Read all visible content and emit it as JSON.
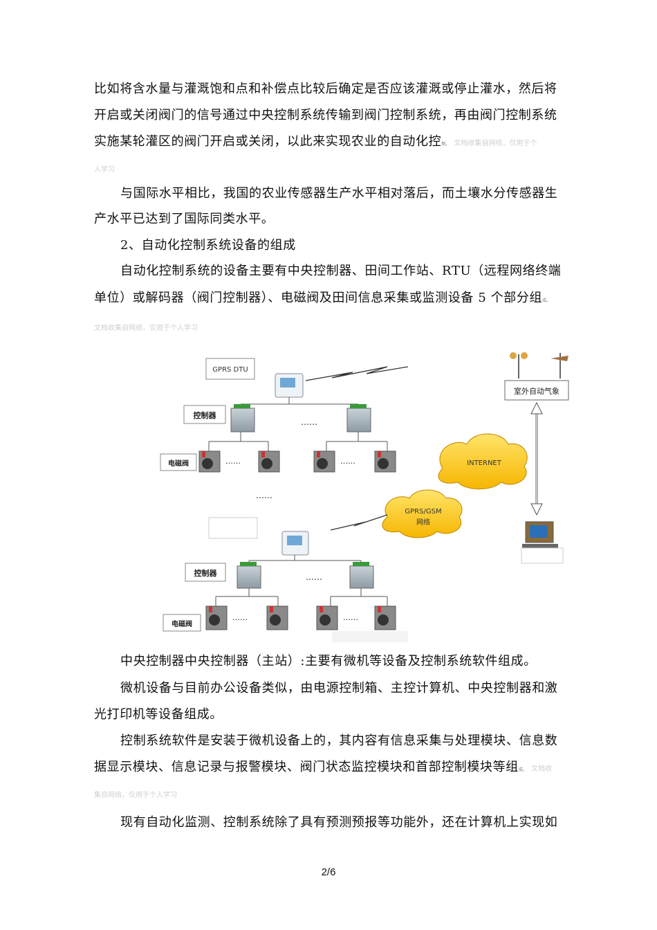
{
  "para1": {
    "l1": "比如将含水量与灌溉饱和点和补偿点比较后确定是否应该灌溉或停止灌水，然后将",
    "l2": "开启或关闭阀门的信号通过中央控制系统传输到阀门控制系统，再由阀门控制系统",
    "l3": "实施某轮灌区的阀门开启或关闭，以此来实现农业的自动化控",
    "l3_tiny": "制。",
    "wm_a": "文档收集自网络，仅用于个",
    "wm_b": "人学习"
  },
  "para2": {
    "l1": "与国际水平相比，我国的农业传感器生产水平相对落后，而土壤水分传感器生",
    "l2": "产水平已达到了国际同类水平。"
  },
  "heading2": "2、自动化控制系统设备的组成",
  "para3": {
    "l1": "自动化控制系统的设备主要有中央控制器、田间工作站、RTU（远程网络终端",
    "l2": "单位）或解码器（阀门控制器）、电磁阀及田间信息采集或监测设备 5 个部分组",
    "l2_tiny": "成。",
    "wm": "文档收集自网络，仅用于个人学习"
  },
  "diagram": {
    "gprs_dtu": "GPRS DTU",
    "controller_1": "控制器",
    "controller_2": "控制器",
    "valve_1": "电磁阀",
    "valve_2": "电磁阀",
    "weather": "室外自动气象",
    "internet": "INTERNET",
    "gprs_gsm": "GPRS/GSM",
    "network": "网络",
    "dots": "……"
  },
  "para4": "中央控制器中央控制器（主站）:主要有微机等设备及控制系统软件组成。",
  "para5": {
    "l1": "微机设备与目前办公设备类似，由电源控制箱、主控计算机、中央控制器和激",
    "l2": "光打印机等设备组成。"
  },
  "para6": {
    "l1": "控制系统软件是安装于微机设备上的，其内容有信息采集与处理模块、信息数",
    "l2": "据显示模块、信息记录与报警模块、阀门状态监控模块和首部控制模块等组",
    "l2_tiny": "成。",
    "wm_a": "文档收",
    "wm_b": "集自网络，仅用于个人学习"
  },
  "para7": "现有自动化监测、控制系统除了具有预测预报等功能外，还在计算机上实现如",
  "footer": "2/6"
}
